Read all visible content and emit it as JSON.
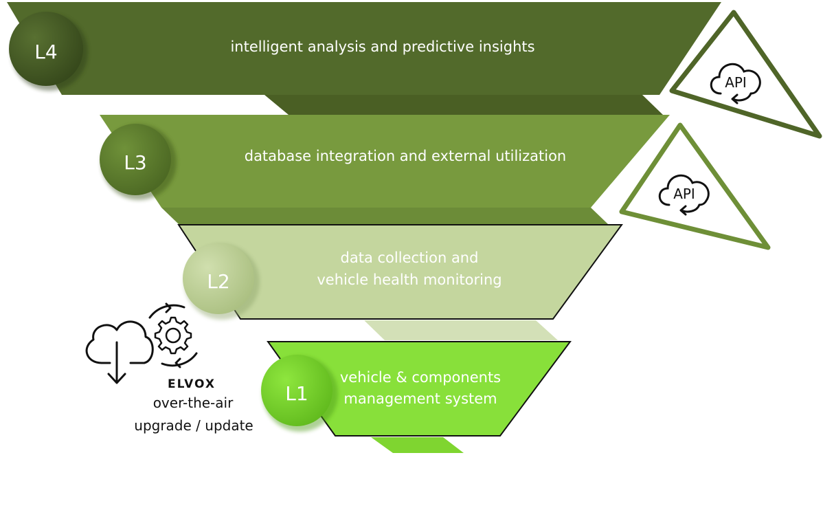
{
  "layers": [
    {
      "badge": "L4",
      "lines": [
        "intelligent analysis and predictive insights"
      ],
      "color": "#4f6528",
      "badge_color": "#3f5520"
    },
    {
      "badge": "L3",
      "lines": [
        "database integration and external utilization"
      ],
      "color": "#789a3e",
      "badge_color": "#5d7c2e"
    },
    {
      "badge": "L2",
      "lines": [
        "data collection and",
        "vehicle health monitoring"
      ],
      "color": "#c4d69e",
      "badge_color": "#b9cd93"
    },
    {
      "badge": "L1",
      "lines": [
        "vehicle & components",
        "management system"
      ],
      "color": "#88e03a",
      "badge_color": "#77cf2b"
    }
  ],
  "api_badges": [
    {
      "label": "API",
      "color": "#4f6528",
      "icon": "cloud-sync-icon"
    },
    {
      "label": "API",
      "color": "#6e8f37",
      "icon": "cloud-sync-icon"
    }
  ],
  "ota": {
    "brand": "ELVOX",
    "lines": [
      "over-the-air",
      "upgrade / update"
    ],
    "icons": [
      "cloud-download-icon",
      "gear-sync-icon"
    ]
  }
}
